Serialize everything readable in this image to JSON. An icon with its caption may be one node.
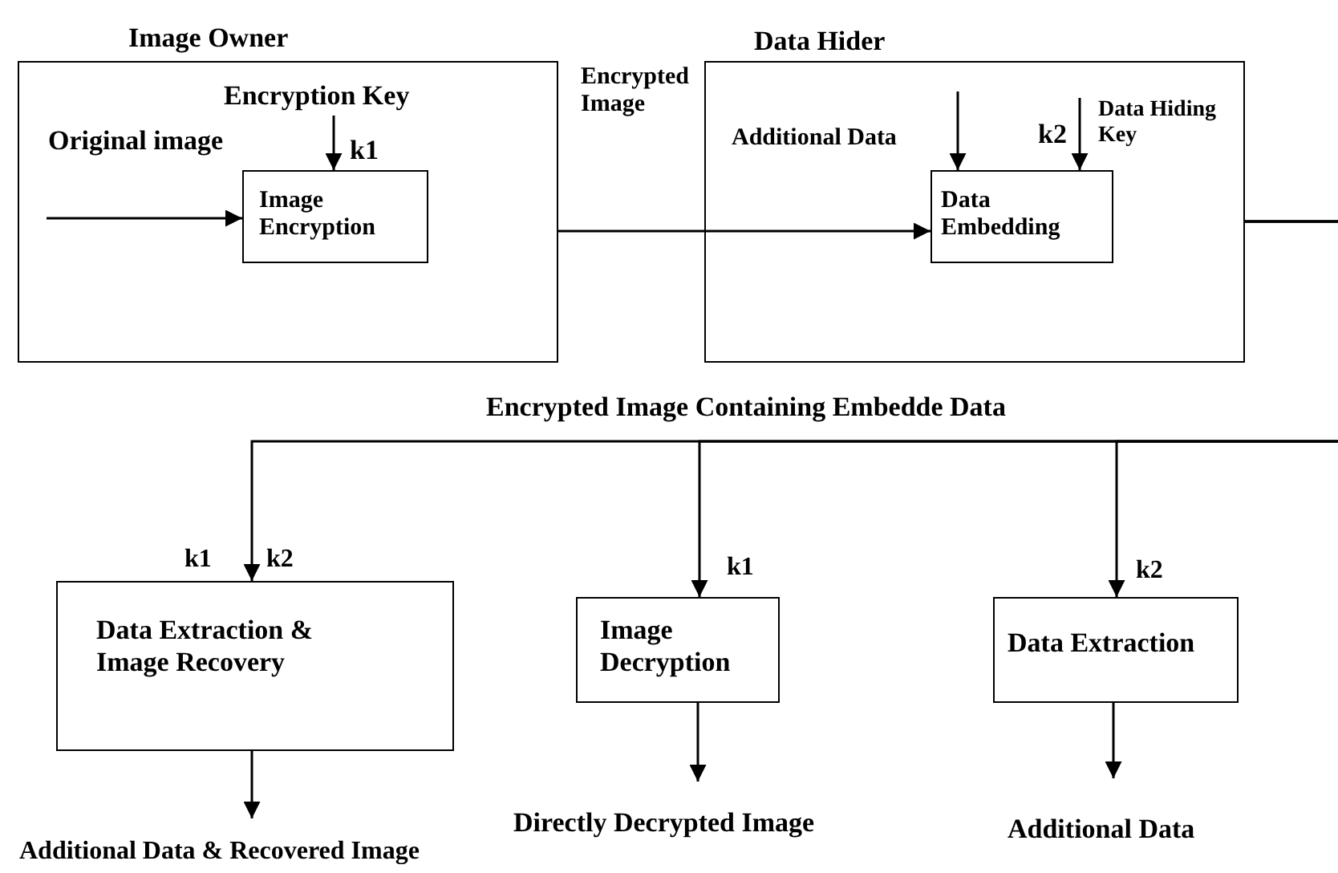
{
  "diagram": {
    "nodes": [
      {
        "text": [
          "Image Owner"
        ]
      },
      {
        "text": [
          "Encryption Key"
        ],
        "in": 0
      },
      {
        "text": [
          "Image Encryption"
        ],
        "in": 0
      },
      {
        "text": [
          "Data Hider"
        ]
      },
      {
        "text": [
          "Data Hiding Key"
        ],
        "in": 3
      },
      {
        "text": [
          "Data Embedding"
        ],
        "in": 3
      },
      {
        "text": [
          "Data Extraction & Image Recovery"
        ]
      },
      {
        "text": [
          "Image Decryption"
        ]
      },
      {
        "text": [
          "Data Extraction"
        ]
      },
      {
        "text": [
          "Additional Data & Recovered Image"
        ]
      },
      {
        "text": [
          "Directly Decrypted Image"
        ]
      },
      {
        "text": [
          "Additional Data"
        ]
      }
    ],
    "edges": [
      {
        "from": null,
        "to": 2,
        "arrow": "to",
        "label": "Original image"
      },
      {
        "from": 1,
        "to": 2,
        "arrow": "to"
      },
      {
        "from": 0,
        "to": 5,
        "arrow": "to",
        "label": "Encrypted Image"
      },
      {
        "from": null,
        "to": 5,
        "arrow": "to",
        "label": "Additional Data"
      },
      {
        "from": 4,
        "to": 5,
        "arrow": "to"
      },
      {
        "from": 3,
        "to": 6,
        "arrow": "to"
      },
      {
        "from": 3,
        "to": 7,
        "arrow": "to"
      },
      {
        "from": 3,
        "to": 8,
        "arrow": "to"
      },
      {
        "from": 6,
        "to": 9,
        "arrow": "to"
      },
      {
        "from": 7,
        "to": 10,
        "arrow": "to"
      },
      {
        "from": 8,
        "to": 11,
        "arrow": "to"
      }
    ],
    "labels": [
      "k1",
      "k2",
      "Encrypted Image Containing Embedde Data",
      "k1",
      "k2",
      "k1",
      "k2"
    ]
  }
}
